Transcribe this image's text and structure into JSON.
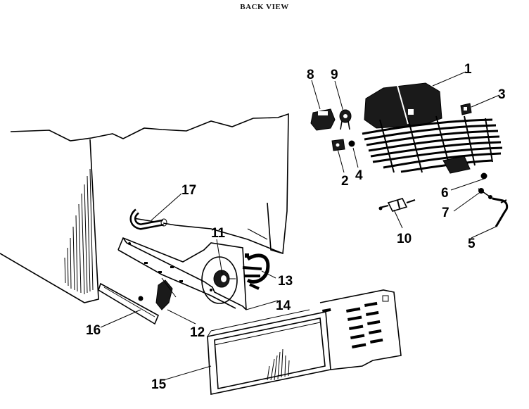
{
  "diagram": {
    "title": "BACK VIEW",
    "callouts": [
      {
        "id": "1",
        "label": "1"
      },
      {
        "id": "2",
        "label": "2"
      },
      {
        "id": "3",
        "label": "3"
      },
      {
        "id": "4",
        "label": "4"
      },
      {
        "id": "5",
        "label": "5"
      },
      {
        "id": "6",
        "label": "6"
      },
      {
        "id": "7",
        "label": "7"
      },
      {
        "id": "8",
        "label": "8"
      },
      {
        "id": "9",
        "label": "9"
      },
      {
        "id": "10",
        "label": "10"
      },
      {
        "id": "11",
        "label": "11"
      },
      {
        "id": "12",
        "label": "12"
      },
      {
        "id": "13",
        "label": "13"
      },
      {
        "id": "14",
        "label": "14"
      },
      {
        "id": "15",
        "label": "15"
      },
      {
        "id": "16",
        "label": "16"
      },
      {
        "id": "17",
        "label": "17"
      }
    ]
  }
}
